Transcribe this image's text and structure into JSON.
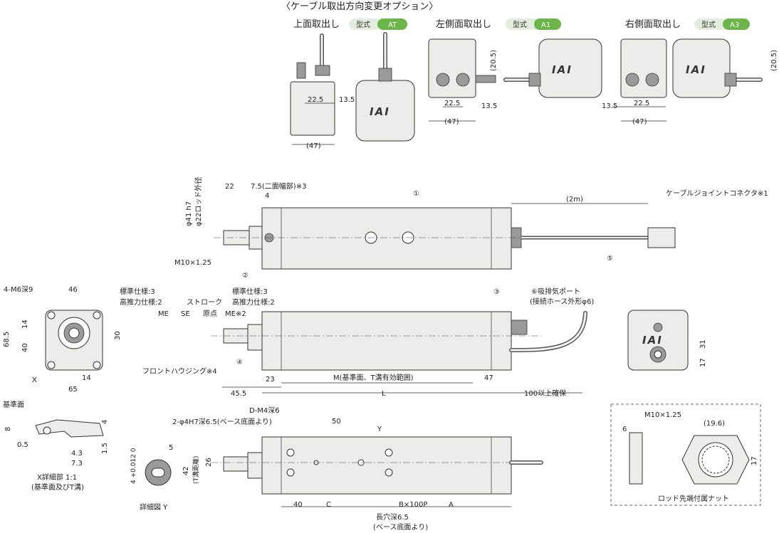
{
  "options": {
    "heading": "〈ケーブル取出方向変更オプション〉",
    "top": {
      "title": "上面取出し",
      "type_label": "型式",
      "type_code": "AT",
      "dim_a": "22.5",
      "dim_b": "13.5",
      "dim_c": "(47)"
    },
    "left": {
      "title": "左側面取出し",
      "type_label": "型式",
      "type_code": "A1",
      "dim_a": "22.5",
      "dim_b": "13.5",
      "dim_c": "(47)",
      "dim_h": "(20.5)"
    },
    "right": {
      "title": "右側面取出し",
      "type_label": "型式",
      "type_code": "A3",
      "dim_a": "22.5",
      "dim_b": "13.5",
      "dim_c": "(47)",
      "dim_h": "(20.5)"
    },
    "logo": "IAI"
  },
  "side_view": {
    "d22": "22",
    "d75": "7.5(二面幅部)※3",
    "d4": "4",
    "phi41": "φ41 h7",
    "phi22": "φ22ロッド外径",
    "m10": "M10×1.25",
    "cable_len": "(2m)",
    "connector": "ケーブルジョイントコネクタ※1",
    "n1": "①",
    "n2": "②",
    "n5": "⑤"
  },
  "front_view": {
    "m6": "4-M6深9",
    "w46": "46",
    "h14": "14",
    "h685": "68.5",
    "h40": "40",
    "h30": "30",
    "x": "X",
    "w14": "14",
    "w65": "65"
  },
  "main_view": {
    "std1": "標準仕様:3",
    "hi1": "高推力仕様:2",
    "std2": "標準仕様:3",
    "hi2": "高推力仕様:2",
    "me": "ME",
    "se": "SE",
    "stroke": "ストローク",
    "origin": "原点",
    "me2": "ME※2",
    "n3": "③",
    "exhaust1": "⑥吸排気ポート",
    "exhaust2": "(接続ホース外形φ6)",
    "front_housing": "フロントハウジング※4",
    "n4": "④",
    "d455": "45.5",
    "d23": "23",
    "m_label": "M(基準面、T溝有効範囲)",
    "d47": "47",
    "l_label": "L",
    "clear": "100以上確保"
  },
  "end_view": {
    "d31": "31",
    "d17": "17"
  },
  "x_detail": {
    "ref": "基準面",
    "h8": "8",
    "d05": "0.5",
    "d43": "4.3",
    "d73": "7.3",
    "h4": "4",
    "h15": "1.5",
    "cap1": "X詳細部 1:1",
    "cap2": "(基準面及びT溝)"
  },
  "y_detail": {
    "d5": "5",
    "tol": "4 +0.012 0",
    "cap": "詳細図 Y"
  },
  "bottom_view": {
    "d4m": "D-M4深6",
    "pin": "2-φ4H7深6.5(ベース底面より)",
    "d50": "50",
    "y": "Y",
    "h42": "42",
    "h42b": "(T溝距離)",
    "h26": "26",
    "d40": "40",
    "c": "C",
    "bp": "B×100P",
    "a": "A",
    "slot1": "長穴深6.5",
    "slot2": "(ベース底面より)"
  },
  "nut": {
    "m10": "M10×1.25",
    "d196": "(19.6)",
    "d6": "6",
    "d17": "17",
    "cap": "ロッド先端付属ナット"
  }
}
